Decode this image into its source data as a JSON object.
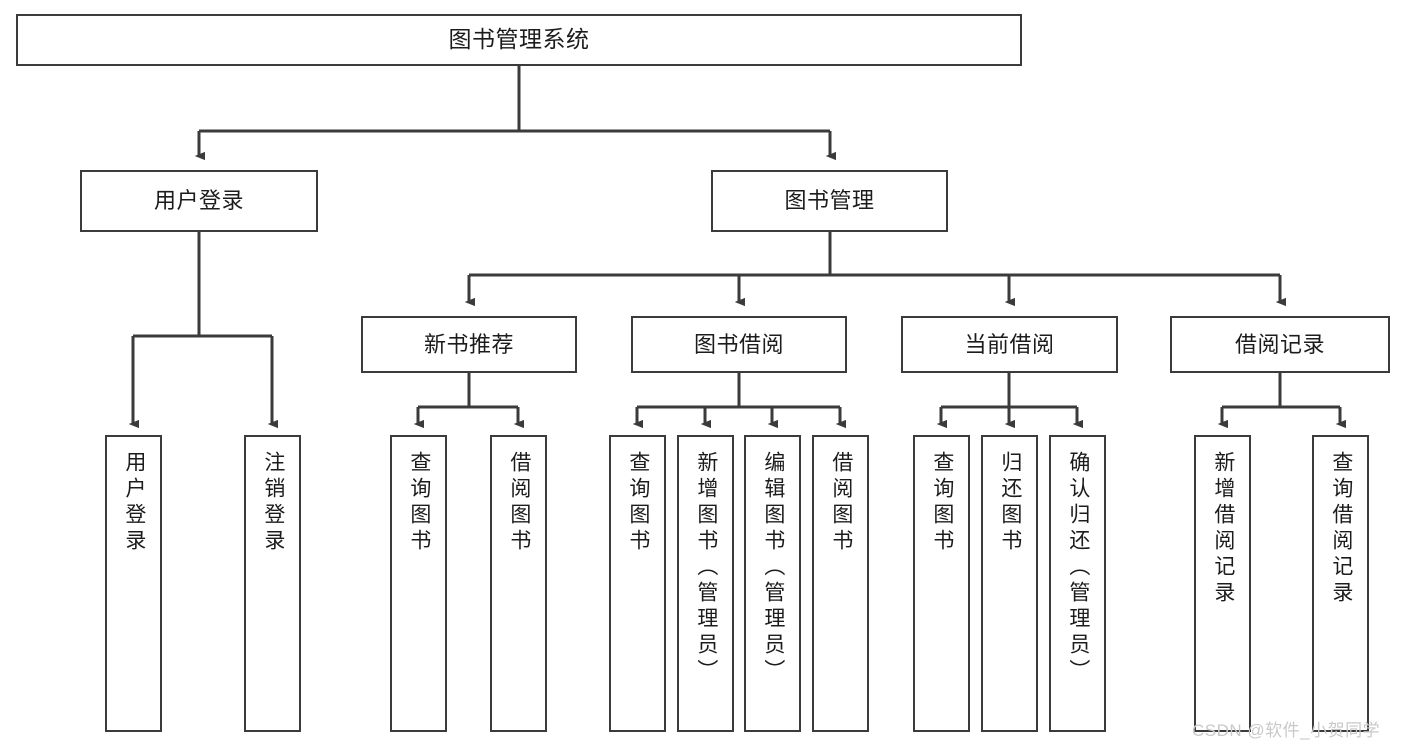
{
  "diagram": {
    "title": "图书管理系统",
    "type": "tree-hierarchy-chart",
    "root": {
      "label": "图书管理系统"
    },
    "level1": [
      {
        "label": "用户登录"
      },
      {
        "label": "图书管理"
      }
    ],
    "level2": [
      {
        "label": "新书推荐"
      },
      {
        "label": "图书借阅"
      },
      {
        "label": "当前借阅"
      },
      {
        "label": "借阅记录"
      }
    ],
    "leaves": {
      "user_login": [
        {
          "label": "用户登录"
        },
        {
          "label": "注销登录"
        }
      ],
      "new_book_recommend": [
        {
          "label": "查询图书"
        },
        {
          "label": "借阅图书"
        }
      ],
      "book_borrow": [
        {
          "label": "查询图书"
        },
        {
          "label": "新增图书（管理员）"
        },
        {
          "label": "编辑图书（管理员）"
        },
        {
          "label": "借阅图书"
        }
      ],
      "current_borrow": [
        {
          "label": "查询图书"
        },
        {
          "label": "归还图书"
        },
        {
          "label": "确认归还（管理员）"
        }
      ],
      "borrow_record": [
        {
          "label": "新增借阅记录"
        },
        {
          "label": "查询借阅记录"
        }
      ]
    }
  },
  "watermark": {
    "text": "CSDN @软件_小贺同学"
  },
  "colors": {
    "box_border": "#3b3b3b",
    "connector": "#3b3b3b",
    "background": "#ffffff",
    "text": "#1c1c1c",
    "watermark": "#c9c9c9"
  }
}
